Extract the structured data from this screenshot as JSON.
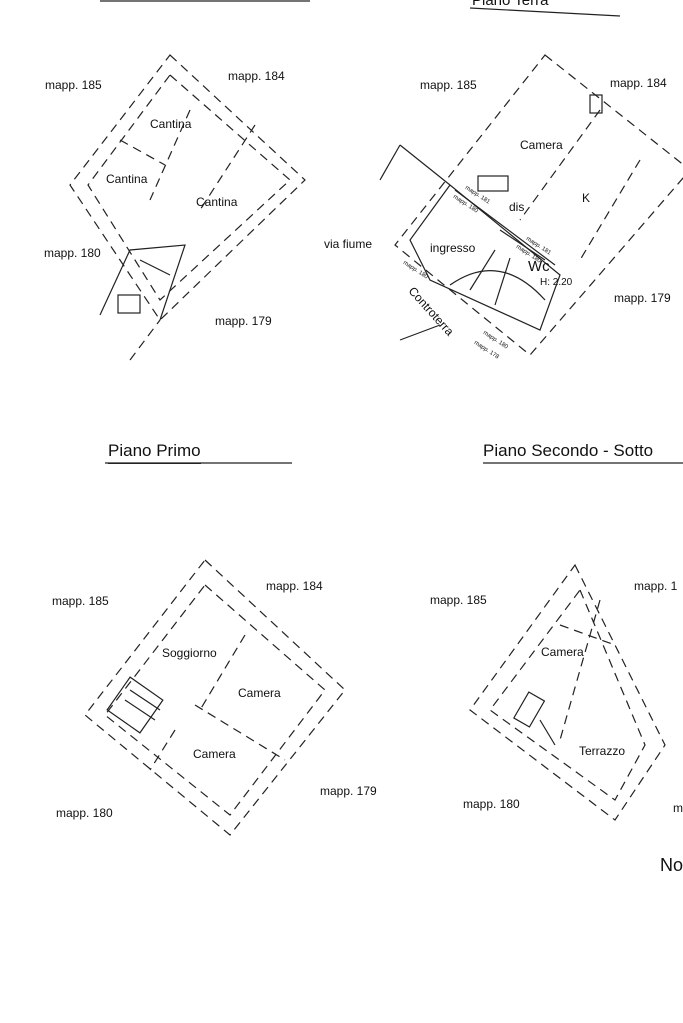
{
  "titles": {
    "piano_terra": "Piano Terra",
    "piano_primo": "Piano Primo",
    "piano_secondo": "Piano Secondo - Sotto",
    "bottom_right_partial": "No"
  },
  "plan_cantine": {
    "labels": [
      "mapp. 185",
      "mapp. 184",
      "mapp. 180",
      "mapp. 179"
    ],
    "rooms": [
      "Cantina",
      "Cantina",
      "Cantina"
    ]
  },
  "plan_terra": {
    "labels": [
      "mapp. 185",
      "mapp. 184",
      "mapp. 179",
      "via fiume"
    ],
    "rooms": [
      "Camera",
      "K",
      "dis",
      "ingresso",
      "Wc",
      "H: 2.20",
      "Controterra"
    ],
    "small_labels": [
      "mapp. 181",
      "mapp. 180",
      "mapp. 181",
      "mapp. 180",
      "mapp. 180",
      "mapp. 180",
      "mapp. 178"
    ]
  },
  "plan_primo": {
    "labels": [
      "mapp. 185",
      "mapp. 184",
      "mapp. 180",
      "mapp. 179"
    ],
    "rooms": [
      "Soggiorno",
      "Camera",
      "Camera"
    ]
  },
  "plan_secondo": {
    "labels": [
      "mapp. 185",
      "mapp. 1",
      "mapp. 180",
      "m"
    ],
    "rooms": [
      "Camera",
      "Terrazzo"
    ]
  }
}
